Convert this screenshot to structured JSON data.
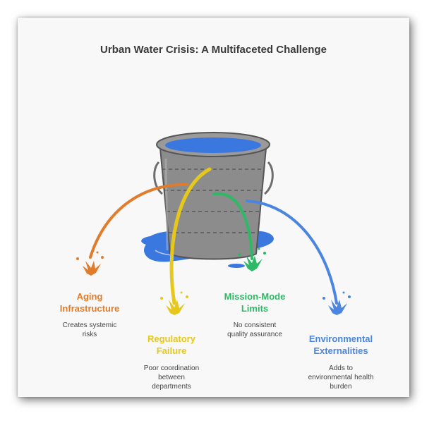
{
  "title": "Urban Water Crisis: A Multifaceted Challenge",
  "colors": {
    "orange": "#e07c2c",
    "yellow": "#e6c81c",
    "green": "#2fb866",
    "blue": "#4a86e0",
    "bucket": "#8c8c8c",
    "water": "#3a78e0"
  },
  "items": [
    {
      "label_line1": "Aging",
      "label_line2": "Infrastructure",
      "desc_line1": "Creates systemic",
      "desc_line2": "risks",
      "desc_line3": "",
      "icon": "splash-icon"
    },
    {
      "label_line1": "Regulatory",
      "label_line2": "Failure",
      "desc_line1": "Poor coordination",
      "desc_line2": "between",
      "desc_line3": "departments",
      "icon": "splash-icon"
    },
    {
      "label_line1": "Mission-Mode",
      "label_line2": "Limits",
      "desc_line1": "No consistent",
      "desc_line2": "quality assurance",
      "desc_line3": "",
      "icon": "splash-icon"
    },
    {
      "label_line1": "Environmental",
      "label_line2": "Externalities",
      "desc_line1": "Adds to",
      "desc_line2": "environmental health",
      "desc_line3": "burden",
      "icon": "splash-icon"
    }
  ]
}
